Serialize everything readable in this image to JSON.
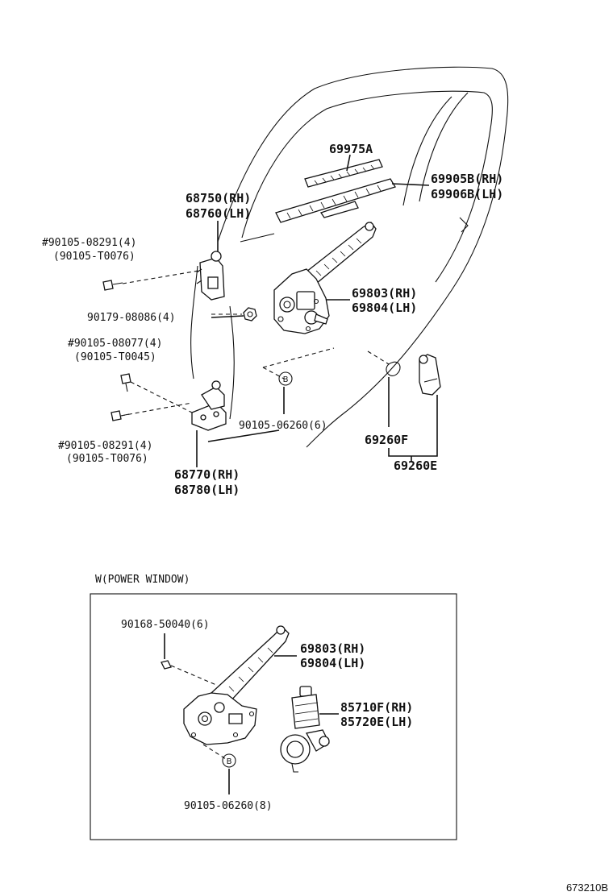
{
  "door": {
    "label_69975a": "69975A",
    "label_69905b": "69905B(RH)",
    "label_69906b": "69906B(LH)",
    "label_68750": "68750(RH)",
    "label_68760": "68760(LH)",
    "label_90105_08291_a": "#90105-08291(4)",
    "label_90105_t0076_a": "(90105-T0076)",
    "label_90179_08086": "90179-08086(4)",
    "label_69803": "69803(RH)",
    "label_69804": "69804(LH)",
    "label_90105_08077": "#90105-08077(4)",
    "label_90105_t0045": "(90105-T0045)",
    "label_ref_b_1": "B",
    "label_90105_06260_6": "90105-06260(6)",
    "label_90105_08291_b": "#90105-08291(4)",
    "label_90105_t0076_b": "(90105-T0076)",
    "label_69260f": "69260F",
    "label_69260e": "69260E",
    "label_68770": "68770(RH)",
    "label_68780": "68780(LH)"
  },
  "power_window": {
    "caption": "W(POWER WINDOW)",
    "label_90168_50040": "90168-50040(6)",
    "label_69803": "69803(RH)",
    "label_69804": "69804(LH)",
    "label_85710f": "85710F(RH)",
    "label_85720e": "85720E(LH)",
    "label_ref_b_2": "B",
    "label_90105_06260_8": "90105-06260(8)"
  },
  "footer": {
    "figure_code": "673210B"
  }
}
